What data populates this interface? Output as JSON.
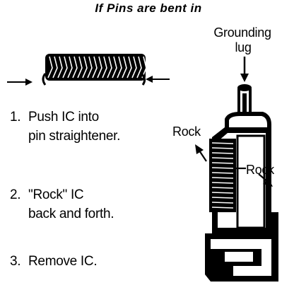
{
  "title": "If Pins are bent in",
  "steps": [
    {
      "number": "1.",
      "lines": [
        "Push IC into",
        "pin straightener."
      ]
    },
    {
      "number": "2.",
      "lines": [
        "\"Rock\" IC",
        "back and forth."
      ]
    },
    {
      "number": "3.",
      "lines": [
        "Remove IC."
      ]
    }
  ],
  "labels": {
    "grounding_line1": "Grounding",
    "grounding_line2": "lug",
    "rock_left": "Rock",
    "rock_right": "Rock"
  }
}
